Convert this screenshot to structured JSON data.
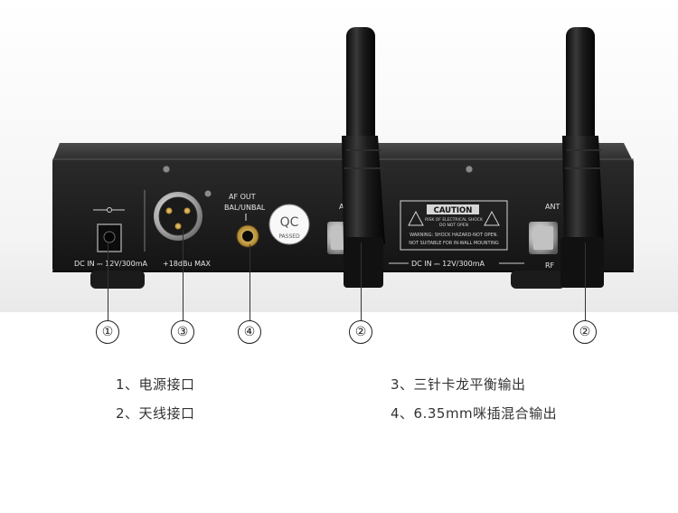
{
  "device": {
    "dc_label": "DC IN ⎓ 12V/300mA",
    "dc_label2": "DC IN ⎓ 12V/300mA",
    "af_out": "AF OUT",
    "bal_unbal": "BAL/UNBAL",
    "max_label": "+18dBu MAX",
    "qc": "QC",
    "passed": "PASSED",
    "caution_title": "CAUTION",
    "caution_line1": "RISK OF ELECTRICAL SHOCK",
    "caution_line2": "DO NOT OPEN",
    "warning_line1": "WARNING: SHOCK HAZARD-NOT OPEN.",
    "warning_line2": "NOT SUITABLE FOR IN-WALL MOUNTING",
    "ant_a": "A",
    "ant_b": "ANT",
    "ant_rf": "RF"
  },
  "callouts": [
    "①",
    "③",
    "④",
    "②",
    "②"
  ],
  "legend": {
    "left": [
      "1、电源接口",
      "2、天线接口"
    ],
    "right": [
      "3、三针卡龙平衡输出",
      "4、6.35mm咪插混合输出"
    ]
  }
}
